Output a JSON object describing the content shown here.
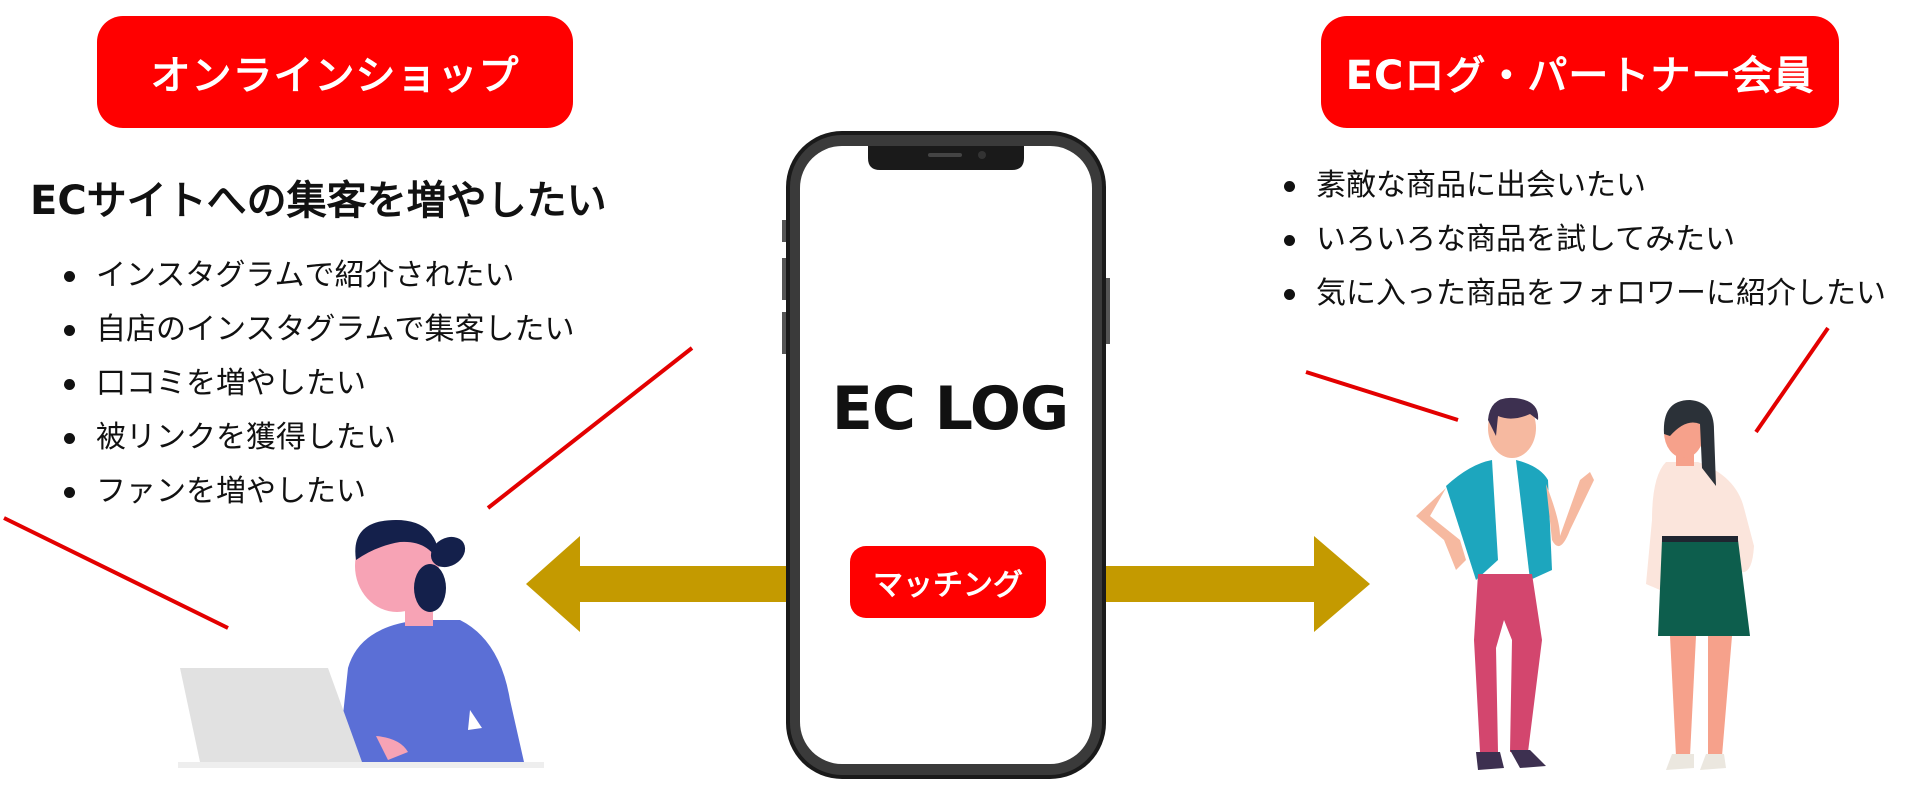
{
  "colors": {
    "accent_red": "#ff0000",
    "arrow_gold": "#c49a00",
    "person_blue": "#5b6fd6",
    "teal": "#1da6be",
    "pink_pants": "#d3466e",
    "green_skirt": "#0d5e4d"
  },
  "left": {
    "badge": "オンラインショップ",
    "heading": "ECサイトへの集客を増やしたい",
    "items": [
      "インスタグラムで紹介されたい",
      "自店のインスタグラムで集客したい",
      "口コミを増やしたい",
      "被リンクを獲得したい",
      "ファンを増やしたい"
    ]
  },
  "right": {
    "badge": "ECログ・パートナー会員",
    "items": [
      "素敵な商品に出会いたい",
      "いろいろな商品を試してみたい",
      "気に入った商品をフォロワーに紹介したい"
    ]
  },
  "phone": {
    "logo": "EC LOG",
    "button": "マッチング"
  },
  "icons": [
    "laptop-user-illustration",
    "couple-illustration",
    "smartphone-illustration",
    "arrow-left-icon",
    "arrow-right-icon"
  ]
}
